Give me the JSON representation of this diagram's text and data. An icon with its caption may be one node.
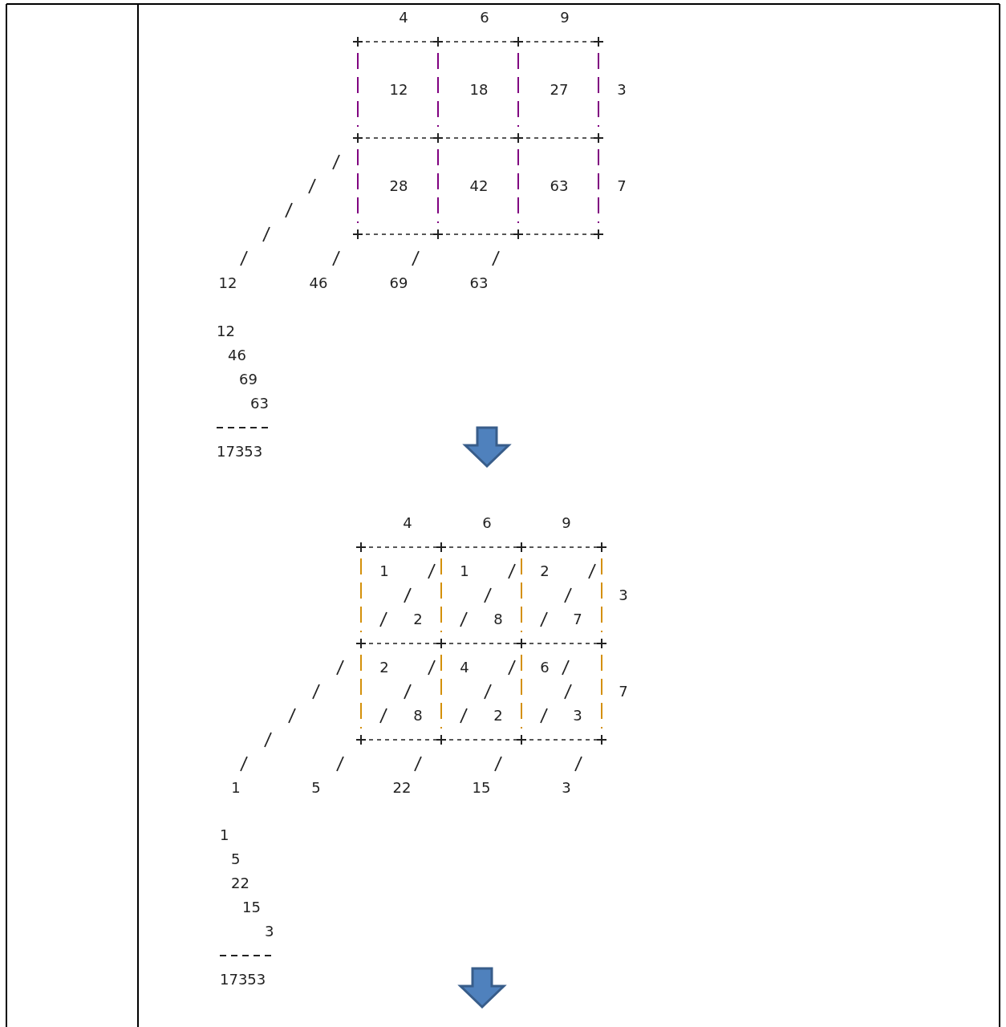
{
  "diagram": {
    "labels": [
      "4",
      "6",
      "9",
      "12",
      "18",
      "27",
      "3",
      "28",
      "42",
      "63",
      "7",
      "12",
      "46",
      "69",
      "63",
      "12",
      "46",
      "69",
      "63",
      "17353",
      "4",
      "6",
      "9",
      "1",
      "1",
      "2",
      "3",
      "2",
      "8",
      "7",
      "2",
      "4",
      "6",
      "7",
      "8",
      "2",
      "3",
      "1",
      "5",
      "22",
      "15",
      "3",
      "1",
      "5",
      "22",
      "15",
      "3",
      "17353"
    ]
  }
}
